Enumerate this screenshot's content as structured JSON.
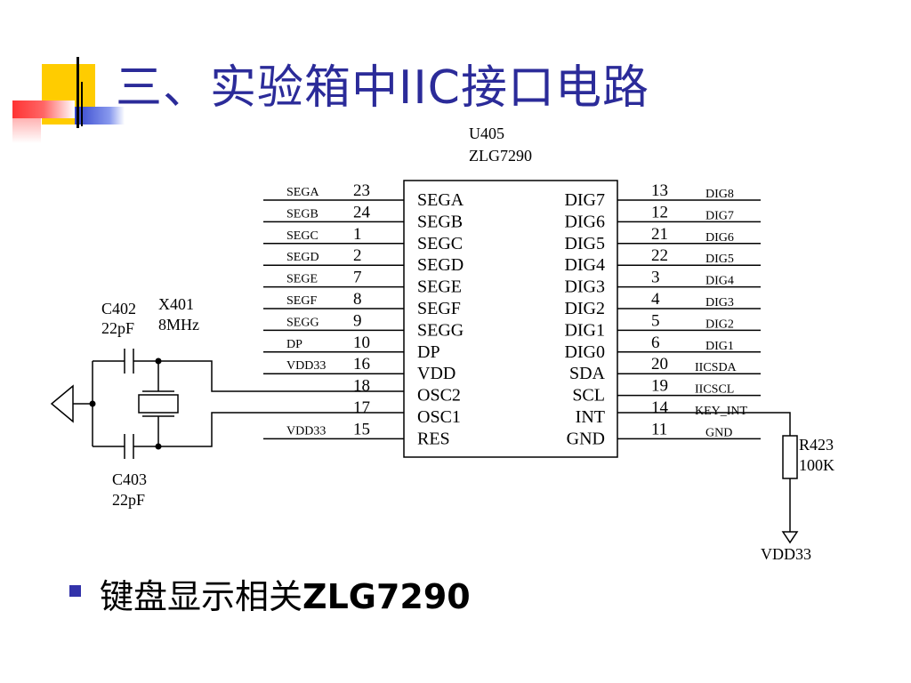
{
  "title": "三、实验箱中IIC接口电路",
  "bullet": {
    "prefix": "键盘显示相关",
    "bold": "ZLG7290"
  },
  "chip": {
    "ref": "U405",
    "part": "ZLG7290",
    "left_pins": [
      {
        "net": "SEGA",
        "num": "23",
        "name": "SEGA"
      },
      {
        "net": "SEGB",
        "num": "24",
        "name": "SEGB"
      },
      {
        "net": "SEGC",
        "num": "1",
        "name": "SEGC"
      },
      {
        "net": "SEGD",
        "num": "2",
        "name": "SEGD"
      },
      {
        "net": "SEGE",
        "num": "7",
        "name": "SEGE"
      },
      {
        "net": "SEGF",
        "num": "8",
        "name": "SEGF"
      },
      {
        "net": "SEGG",
        "num": "9",
        "name": "SEGG"
      },
      {
        "net": "DP",
        "num": "10",
        "name": "DP"
      },
      {
        "net": "VDD33",
        "num": "16",
        "name": "VDD"
      },
      {
        "net": "",
        "num": "18",
        "name": "OSC2"
      },
      {
        "net": "",
        "num": "17",
        "name": "OSC1"
      },
      {
        "net": "VDD33",
        "num": "15",
        "name": "RES"
      }
    ],
    "right_pins": [
      {
        "name": "DIG7",
        "num": "13",
        "net": "DIG8"
      },
      {
        "name": "DIG6",
        "num": "12",
        "net": "DIG7"
      },
      {
        "name": "DIG5",
        "num": "21",
        "net": "DIG6"
      },
      {
        "name": "DIG4",
        "num": "22",
        "net": "DIG5"
      },
      {
        "name": "DIG3",
        "num": "3",
        "net": "DIG4"
      },
      {
        "name": "DIG2",
        "num": "4",
        "net": "DIG3"
      },
      {
        "name": "DIG1",
        "num": "5",
        "net": "DIG2"
      },
      {
        "name": "DIG0",
        "num": "6",
        "net": "DIG1"
      },
      {
        "name": "SDA",
        "num": "20",
        "net": "IICSDA"
      },
      {
        "name": "SCL",
        "num": "19",
        "net": "IICSCL"
      },
      {
        "name": "INT",
        "num": "14",
        "net": "KEY_INT"
      },
      {
        "name": "GND",
        "num": "11",
        "net": "GND"
      }
    ]
  },
  "components": {
    "c402": {
      "ref": "C402",
      "value": "22pF"
    },
    "x401": {
      "ref": "X401",
      "value": "8MHz"
    },
    "c403": {
      "ref": "C403",
      "value": "22pF"
    },
    "r423": {
      "ref": "R423",
      "value": "100K"
    },
    "vdd_label": "VDD33"
  }
}
